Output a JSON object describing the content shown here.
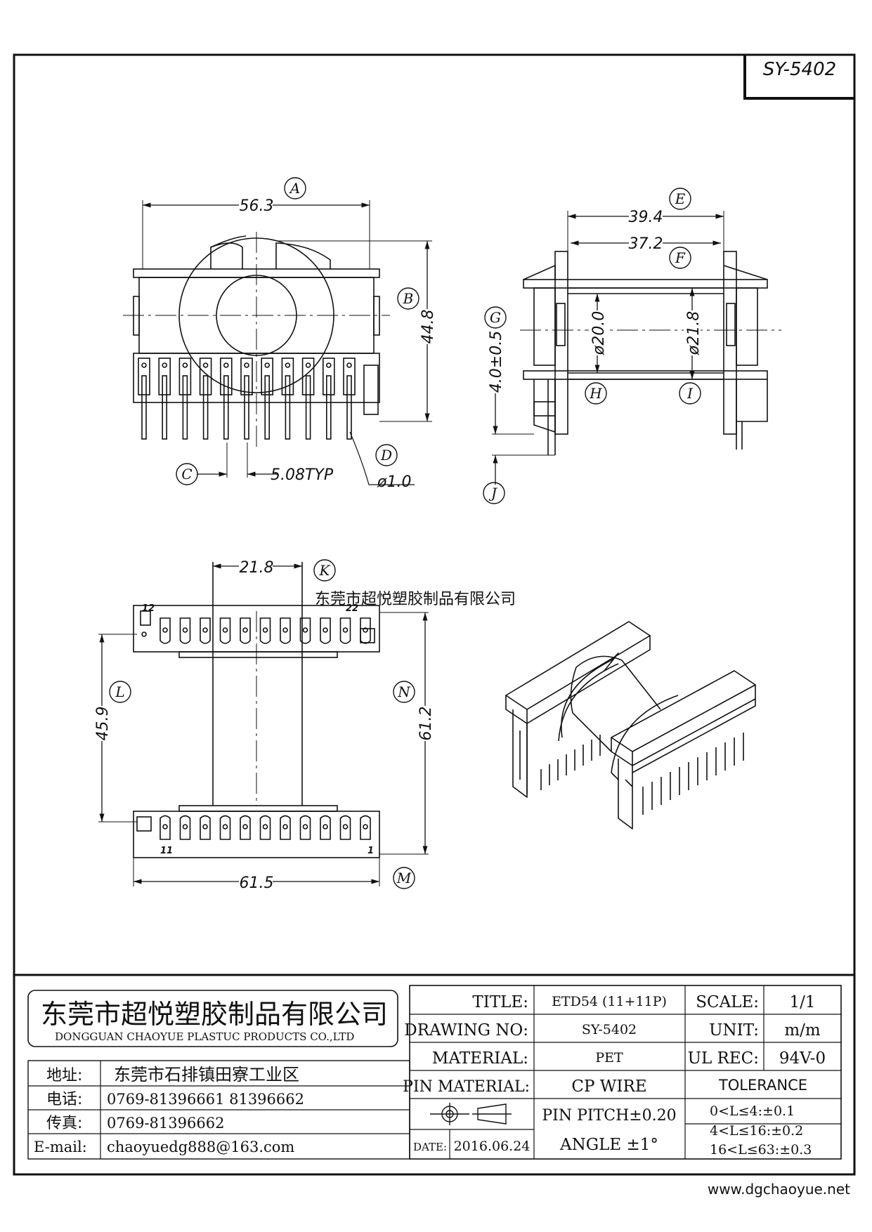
{
  "part_number": "SY-5402",
  "watermark": "东莞市超悦塑胶制品有限公司",
  "footer_url": "www.dgchaoyue.net",
  "front_view": {
    "dim_width": "56.3",
    "dim_width_label": "A",
    "dim_height": "44.8",
    "dim_height_label": "B",
    "pin_pitch": "5.08TYP",
    "pin_pitch_label": "C",
    "pin_diameter": "ø1.0",
    "pin_diameter_label": "D"
  },
  "side_view": {
    "dim_outer": "39.4",
    "dim_outer_label": "E",
    "dim_inner": "37.2",
    "dim_inner_label": "F",
    "dim_standoff": "4.0±0.5",
    "dim_standoff_label": "G",
    "dim_bore": "ø20.0",
    "dim_bore_label": "H",
    "dim_core": "ø21.8",
    "dim_core_label": "I",
    "dim_pin_label": "J"
  },
  "bottom_view": {
    "dim_core_width": "21.8",
    "dim_core_width_label": "K",
    "dim_row_spacing": "45.9",
    "dim_row_spacing_label": "L",
    "dim_total_width": "61.5",
    "dim_total_width_label": "M",
    "dim_total_depth": "61.2",
    "dim_total_depth_label": "N",
    "pin_12": "12",
    "pin_22": "22",
    "pin_11": "11",
    "pin_1": "1"
  },
  "title_block": {
    "company_cn": "东莞市超悦塑胶制品有限公司",
    "company_en": "DONGGUAN CHAOYUE PLASTUC PRODUCTS CO.,LTD",
    "address_label": "地址:",
    "address": "东莞市石排镇田寮工业区",
    "phone_label": "电话:",
    "phone": "0769-81396661  81396662",
    "fax_label": "传真:",
    "fax": "0769-81396662",
    "email_label": "E-mail:",
    "email": "chaoyuedg888@163.com",
    "title_label": "TITLE:",
    "title": "ETD54 (11+11P)",
    "drawing_no_label": "DRAWING NO:",
    "drawing_no": "SY-5402",
    "material_label": "MATERIAL:",
    "material": "PET",
    "pin_material_label": "PIN MATERIAL:",
    "pin_material": "CP WIRE",
    "date_label": "DATE:",
    "date": "2016.06.24",
    "pin_pitch_tol": "PIN PITCH±0.20",
    "angle_tol": "ANGLE  ±1°",
    "scale_label": "SCALE:",
    "scale": "1/1",
    "unit_label": "UNIT:",
    "unit": "m/m",
    "ul_label": "UL REC:",
    "ul": "94V-0",
    "tolerance_label": "TOLERANCE",
    "tol_1": "0<L≤4:±0.1",
    "tol_2": "4<L≤16:±0.2",
    "tol_3": "16<L≤63:±0.3"
  }
}
